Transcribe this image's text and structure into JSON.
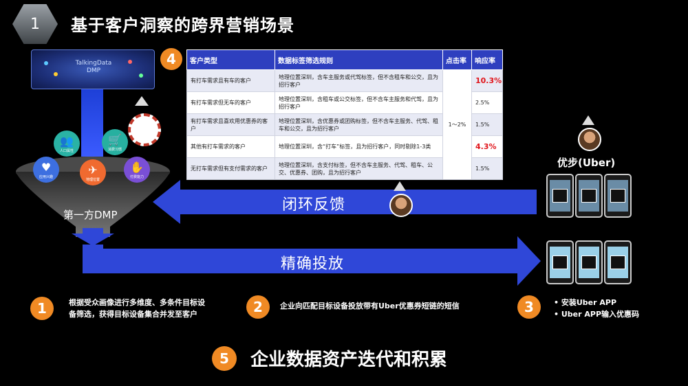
{
  "header": {
    "slide_number": "1",
    "title": "基于客户洞察的跨界营销场景"
  },
  "dmp_panel": {
    "name_line1": "TalkingData",
    "name_line2": "DMP"
  },
  "table": {
    "badge": "4",
    "headers": [
      "客户类型",
      "数据标签筛选规则",
      "点击率",
      "响应率"
    ],
    "rows": [
      {
        "type": "有打车需求且有车的客户",
        "rule": "地理位置深圳，含车主服务或代驾标签，但不含租车和公交，且为招行客户",
        "response": "10.3%",
        "highlight": true
      },
      {
        "type": "有打车需求但无车的客户",
        "rule": "地理位置深圳，含租车或公交标签，但不含车主服务和代驾，且为招行客户",
        "response": "2.5%",
        "highlight": false
      },
      {
        "type": "有打车需求且喜欢用优惠券的客户",
        "rule": "地理位置深圳，含优惠券或团购标签，但不含车主服务、代驾、租车和公交，且为招行客户",
        "response": "1.5%",
        "highlight": false
      },
      {
        "type": "其他有打车需求的客户",
        "rule": "地理位置深圳，含“打车”标签，且为招行客户，同时剔除1-3类",
        "response": "4.3%",
        "highlight": true
      },
      {
        "type": "无打车需求但有支付需求的客户",
        "rule": "地理位置深圳，含支付标签，但不含车主服务、代驾、租车、公交、优惠券、团购，且为招行客户",
        "response": "1.5%",
        "highlight": false
      }
    ],
    "click_rate": "1～2%"
  },
  "funnel": {
    "label": "第一方DMP",
    "icons": [
      "人口属性",
      "消费习惯",
      "应用兴趣",
      "地理位置",
      "付费能力"
    ]
  },
  "feedback_arrow": {
    "label": "闭环反馈"
  },
  "delivery_arrow": {
    "label": "精确投放"
  },
  "uber": {
    "label": "优步(Uber)"
  },
  "steps": [
    {
      "num": "1",
      "text": "根据受众画像进行多维度、多条件目标设备筛选，获得目标设备集合并发至客户"
    },
    {
      "num": "2",
      "text": "企业向匹配目标设备投放带有Uber优惠券短链的短信"
    },
    {
      "num": "3",
      "bullets": [
        "安装Uber APP",
        "Uber APP输入优惠码"
      ]
    }
  ],
  "bottom": {
    "num": "5",
    "title": "企业数据资产迭代和积累"
  },
  "colors": {
    "orange": "#f08a24",
    "arrow_blue": "#2f47d8",
    "table_header": "#2e3fbf",
    "highlight_red": "#e0141a"
  }
}
